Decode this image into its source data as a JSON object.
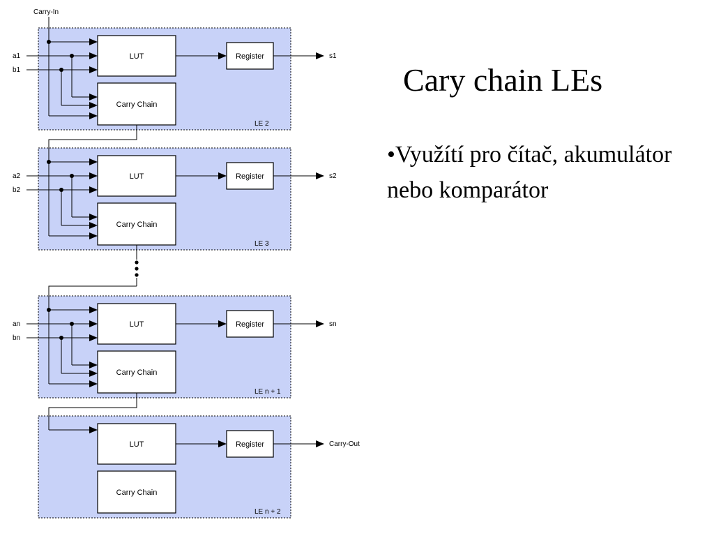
{
  "slide": {
    "title": "Cary chain LEs",
    "bullet": "•Využítí pro čítač, akumulátor nebo komparátor"
  },
  "diagram": {
    "carry_in": "Carry-In",
    "lut_label": "LUT",
    "carry_chain_label": "Carry Chain",
    "register_label": "Register",
    "carry_out": "Carry-Out",
    "blocks": [
      {
        "a": "a1",
        "b": "b1",
        "s": "s1",
        "le": "LE 2"
      },
      {
        "a": "a2",
        "b": "b2",
        "s": "s2",
        "le": "LE 3"
      },
      {
        "a": "an",
        "b": "bn",
        "s": "sn",
        "le": "LE n + 1"
      },
      {
        "a": "",
        "b": "",
        "s": "",
        "le": "LE n + 2"
      }
    ],
    "colors": {
      "le_fill": "#c8d2f8",
      "line": "#000000"
    }
  }
}
